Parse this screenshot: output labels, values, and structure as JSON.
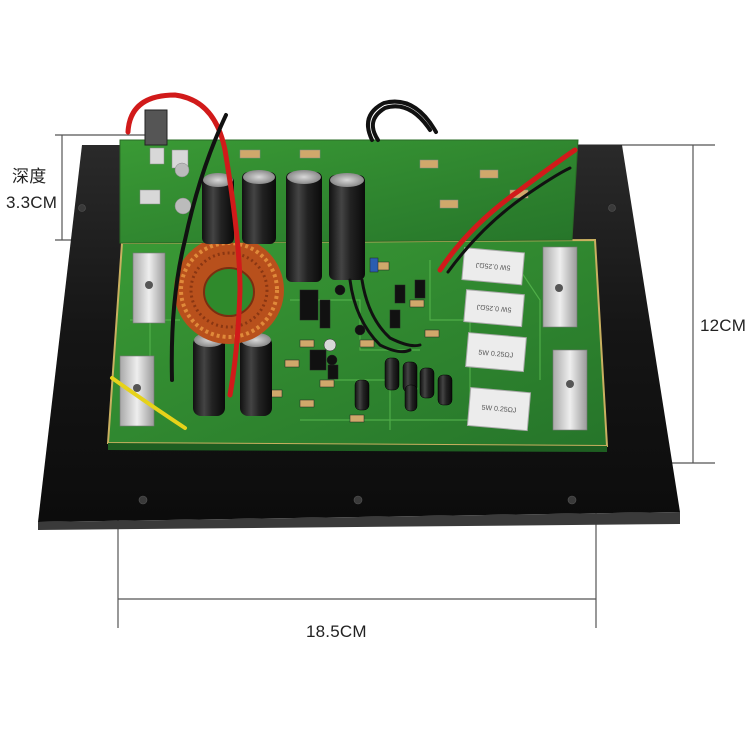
{
  "dimensions": {
    "depth_label": "深度",
    "depth_value": "3.3CM",
    "height_value": "12CM",
    "width_value": "18.5CM"
  },
  "resistors": [
    "5W 0.25ΩJ",
    "5W 0.25ΩJ",
    "5W 0.25ΩJ",
    "5W 0.25ΩJ"
  ],
  "colors": {
    "background": "#ffffff",
    "metal_plate": "#141414",
    "pcb_green": "#2f8a2c",
    "wire_red": "#d11a1a",
    "wire_black": "#111111",
    "wire_yellow": "#e6d21a",
    "toroid_copper": "#b8501c",
    "dimension_line": "#555555"
  }
}
